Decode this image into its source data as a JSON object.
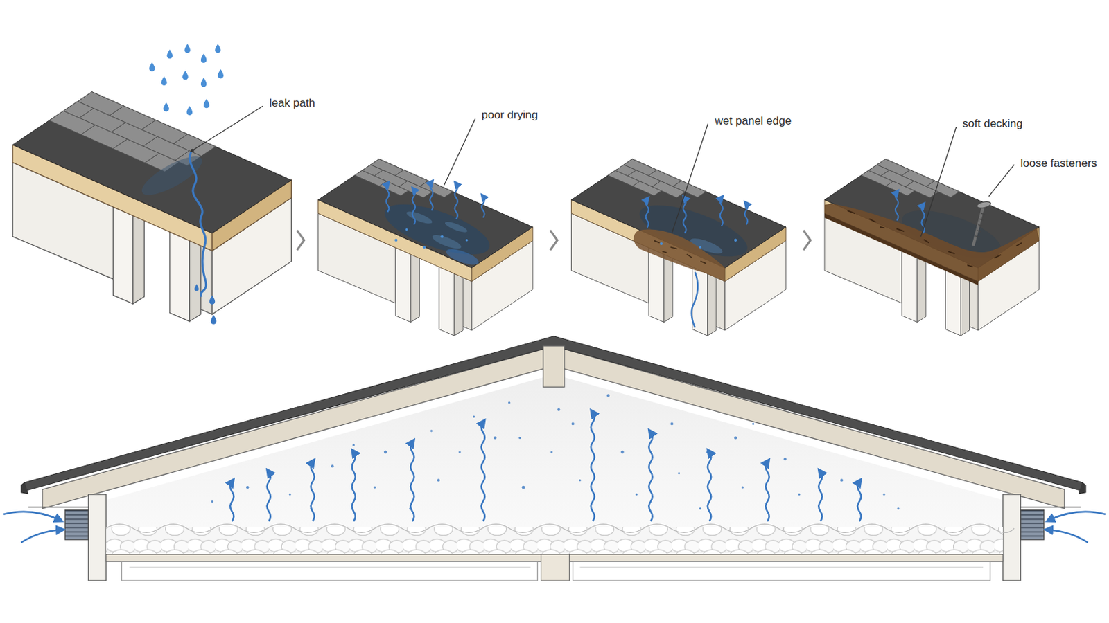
{
  "diagram": {
    "labels": [
      "leak path",
      "poor drying",
      "wet panel edge",
      "soft decking",
      "loose fasteners"
    ]
  }
}
